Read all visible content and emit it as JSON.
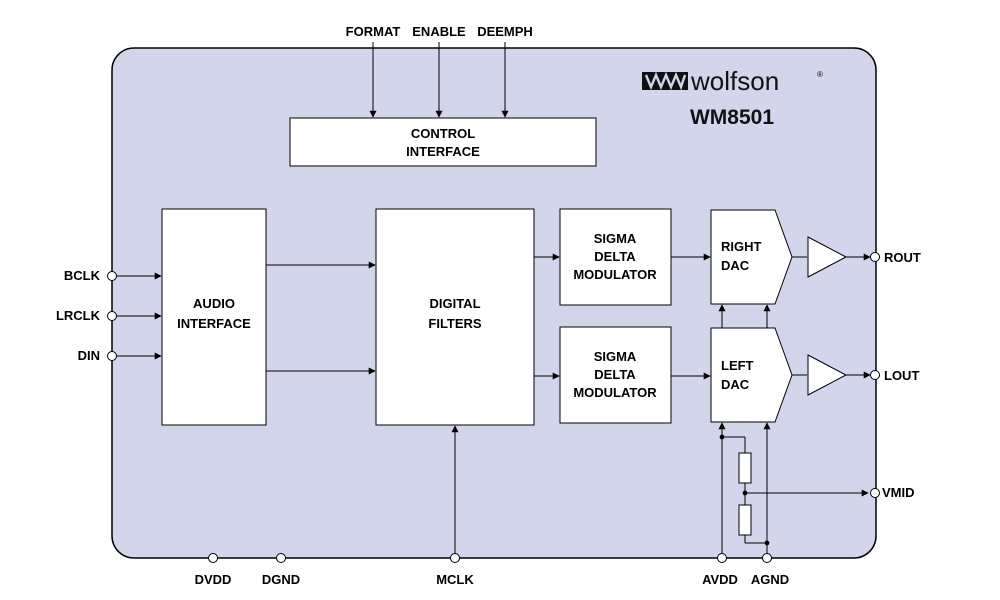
{
  "brand": {
    "name": "wolfson",
    "registered": "®",
    "part_number": "WM8501"
  },
  "colors": {
    "chip_fill": "#d3d6ea",
    "block_fill": "#ffffff",
    "line": "#000000"
  },
  "pins": {
    "top": {
      "format": "FORMAT",
      "enable": "ENABLE",
      "deemph": "DEEMPH"
    },
    "left": {
      "bclk": "BCLK",
      "lrclk": "LRCLK",
      "din": "DIN"
    },
    "right": {
      "rout": "ROUT",
      "lout": "LOUT",
      "vmid": "VMID"
    },
    "bottom": {
      "dvdd": "DVDD",
      "dgnd": "DGND",
      "mclk": "MCLK",
      "avdd": "AVDD",
      "agnd": "AGND"
    }
  },
  "blocks": {
    "control_interface": {
      "line1": "CONTROL",
      "line2": "INTERFACE"
    },
    "audio_interface": {
      "line1": "AUDIO",
      "line2": "INTERFACE"
    },
    "digital_filters": {
      "line1": "DIGITAL",
      "line2": "FILTERS"
    },
    "sigma_delta_top": {
      "line1": "SIGMA",
      "line2": "DELTA",
      "line3": "MODULATOR"
    },
    "sigma_delta_bottom": {
      "line1": "SIGMA",
      "line2": "DELTA",
      "line3": "MODULATOR"
    },
    "right_dac": {
      "line1": "RIGHT",
      "line2": "DAC"
    },
    "left_dac": {
      "line1": "LEFT",
      "line2": "DAC"
    }
  }
}
